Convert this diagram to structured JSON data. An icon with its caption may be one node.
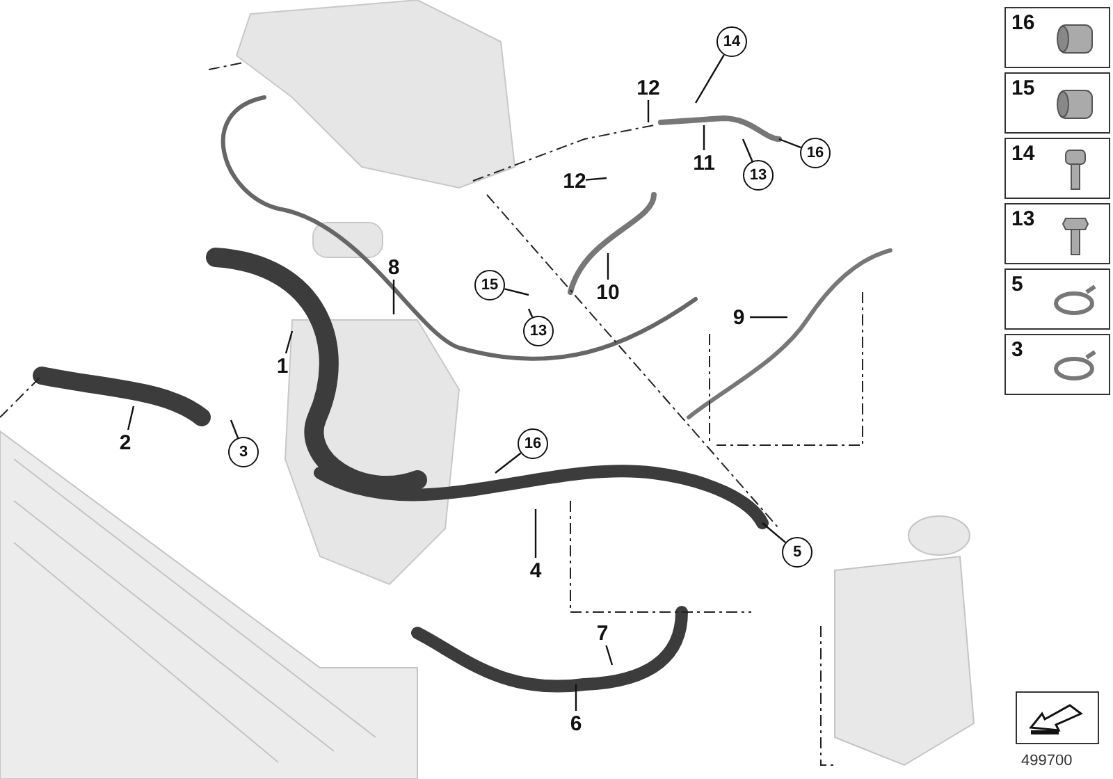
{
  "diagram": {
    "nodes": [
      {
        "text": [
          "14"
        ]
      },
      {
        "text": [
          "12"
        ]
      },
      {
        "text": [
          "11"
        ]
      },
      {
        "text": [
          "13"
        ]
      },
      {
        "text": [
          "16"
        ]
      },
      {
        "text": [
          "12"
        ]
      },
      {
        "text": [
          "8"
        ]
      },
      {
        "text": [
          "10"
        ]
      },
      {
        "text": [
          "15"
        ]
      },
      {
        "text": [
          "9"
        ]
      },
      {
        "text": [
          "13"
        ]
      },
      {
        "text": [
          "1"
        ]
      },
      {
        "text": [
          "2"
        ]
      },
      {
        "text": [
          "3"
        ]
      },
      {
        "text": [
          "16"
        ]
      },
      {
        "text": [
          "5"
        ]
      },
      {
        "text": [
          "4"
        ]
      },
      {
        "text": [
          "7"
        ]
      },
      {
        "text": [
          "6"
        ]
      },
      {
        "text": [
          "16"
        ]
      },
      {
        "text": [
          "15"
        ]
      },
      {
        "text": [
          "14"
        ]
      },
      {
        "text": [
          "13"
        ]
      },
      {
        "text": [
          "5"
        ]
      },
      {
        "text": [
          "3"
        ]
      }
    ],
    "edges": [
      {
        "from": 0,
        "to": null,
        "arrow": "none"
      },
      {
        "from": 1,
        "to": null,
        "arrow": "none"
      },
      {
        "from": 2,
        "to": null,
        "arrow": "none"
      },
      {
        "from": 3,
        "to": null,
        "arrow": "none"
      },
      {
        "from": 4,
        "to": null,
        "arrow": "none"
      },
      {
        "from": 5,
        "to": null,
        "arrow": "none"
      },
      {
        "from": 6,
        "to": null,
        "arrow": "none"
      },
      {
        "from": 7,
        "to": null,
        "arrow": "none"
      },
      {
        "from": 8,
        "to": null,
        "arrow": "none"
      },
      {
        "from": 9,
        "to": null,
        "arrow": "none"
      },
      {
        "from": 10,
        "to": null,
        "arrow": "none"
      },
      {
        "from": 11,
        "to": null,
        "arrow": "none"
      },
      {
        "from": 12,
        "to": null,
        "arrow": "none"
      },
      {
        "from": 13,
        "to": null,
        "arrow": "none"
      },
      {
        "from": 14,
        "to": null,
        "arrow": "none"
      },
      {
        "from": 15,
        "to": null,
        "arrow": "none"
      },
      {
        "from": 16,
        "to": null,
        "arrow": "none"
      },
      {
        "from": 17,
        "to": null,
        "arrow": "none"
      },
      {
        "from": 18,
        "to": null,
        "arrow": "none"
      }
    ],
    "labels": [
      "499700"
    ]
  }
}
